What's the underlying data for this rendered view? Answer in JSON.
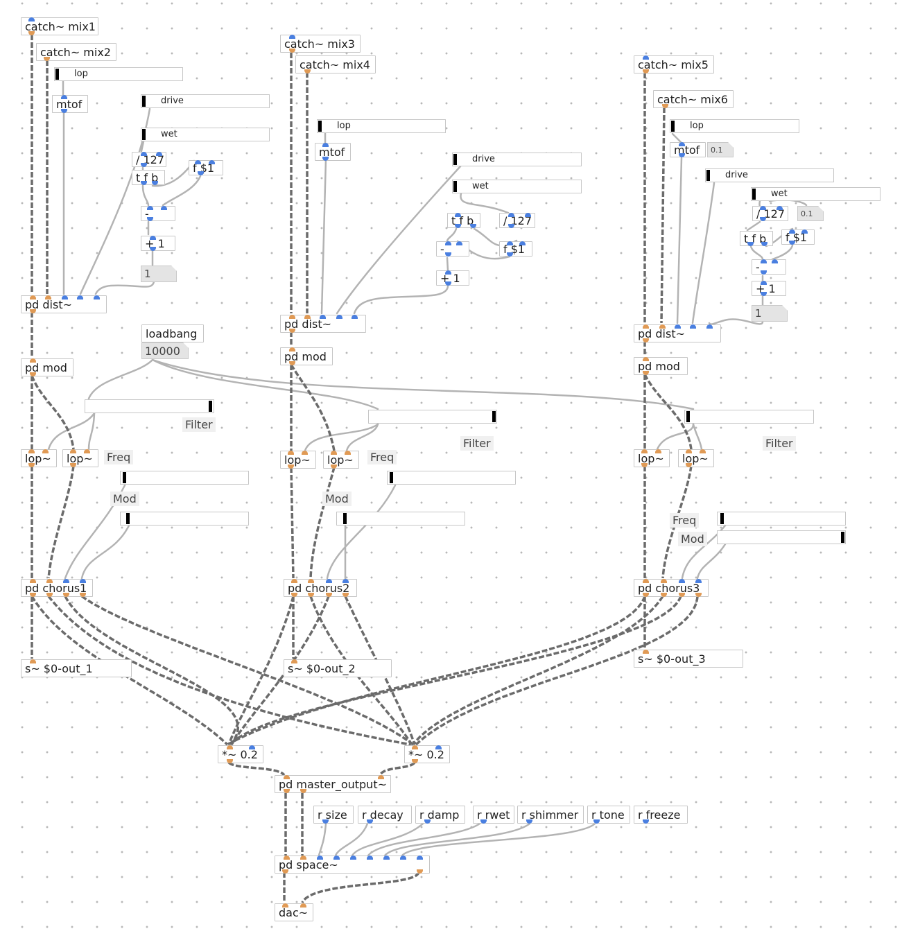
{
  "objects": {
    "catch_mix1": "catch~ mix1",
    "catch_mix2": "catch~ mix2",
    "catch_mix3": "catch~ mix3",
    "catch_mix4": "catch~ mix4",
    "catch_mix5": "catch~ mix5",
    "catch_mix6": "catch~ mix6",
    "mtof": "mtof",
    "div127": "/ 127",
    "tfb": "t f b",
    "fdollar": "f $1",
    "minus": "-",
    "plus1": "+ 1",
    "pd_dist": "pd dist~",
    "pd_mod": "pd mod",
    "lop": "lop~",
    "pd_chorus1": "pd chorus1",
    "pd_chorus2": "pd chorus2",
    "pd_chorus3": "pd chorus3",
    "out1": "s~ $0-out_1",
    "out2": "s~ $0-out_2",
    "out3": "s~ $0-out_3",
    "loadbang": "loadbang",
    "mul02": "*~ 0.2",
    "master": "pd master_output~",
    "r_size": "r size",
    "r_decay": "r decay",
    "r_damp": "r damp",
    "r_rwet": "r rwet",
    "r_shimmer": "r shimmer",
    "r_tone": "r tone",
    "r_freeze": "r freeze",
    "pd_space": "pd space~",
    "dac": "dac~"
  },
  "numbers": {
    "one": "1",
    "ten_thousand": "10000",
    "point_one": "0.1"
  },
  "sliders": {
    "lop": "lop",
    "drive": "drive",
    "wet": "wet"
  },
  "labels": {
    "filter": "Filter",
    "freq": "Freq",
    "mod": "Mod"
  },
  "colors": {
    "audio_port": "#e09a55",
    "control_port": "#4a7fe0",
    "audio_wire": "#6b6b6b",
    "control_wire": "#b3b3b3"
  }
}
